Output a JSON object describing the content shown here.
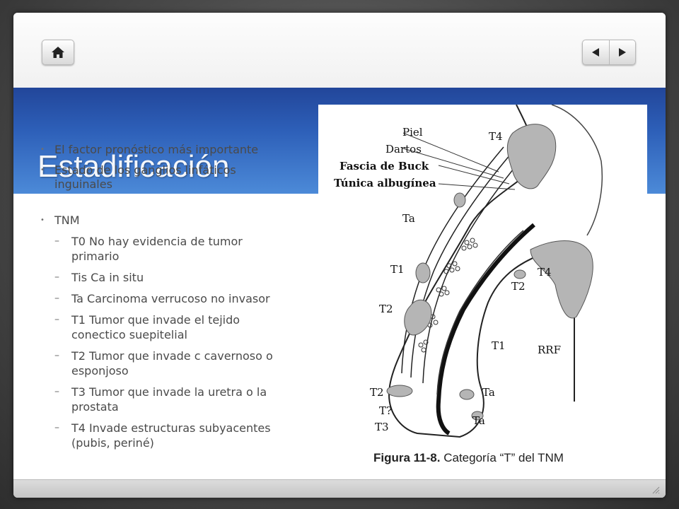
{
  "nav": {
    "home_icon": "home-icon",
    "prev_icon": "triangle-left-icon",
    "next_icon": "triangle-right-icon"
  },
  "slide": {
    "title": "Estadificación",
    "bullets": [
      "El factor pronóstico más importante",
      "Estado de los ganglios linfáticos inguinales"
    ],
    "tnm_heading": "TNM",
    "tnm_items": [
      "T0 No hay evidencia de tumor primario",
      "Tis Ca in situ",
      "Ta Carcinoma verrucoso no invasor",
      "T1 Tumor que invade el tejido conectico suepitelial",
      "T2 Tumor que invade c cavernoso o esponjoso",
      "T3 Tumor que invade la uretra o la prostata",
      "T4 Invade estructuras subyacentes (pubis, periné)"
    ]
  },
  "figure": {
    "labels": {
      "piel": "Piel",
      "dartos": "Dartos",
      "fascia": "Fascia de Buck",
      "tunica": "Túnica albugínea",
      "t4_top": "T4",
      "ta_left": "Ta",
      "t1_left": "T1",
      "t2_left": "T2",
      "t4_right": "T4",
      "t2_right": "T2",
      "t1_right": "T1",
      "rrf": "RRF",
      "t2_bottom": "T2",
      "t_q": "T?",
      "t3": "T3",
      "ta_b1": "Ta",
      "ta_b2": "Ta"
    },
    "caption_bold": "Figura 11-8.",
    "caption_rest": " Categoría “T” del TNM"
  }
}
